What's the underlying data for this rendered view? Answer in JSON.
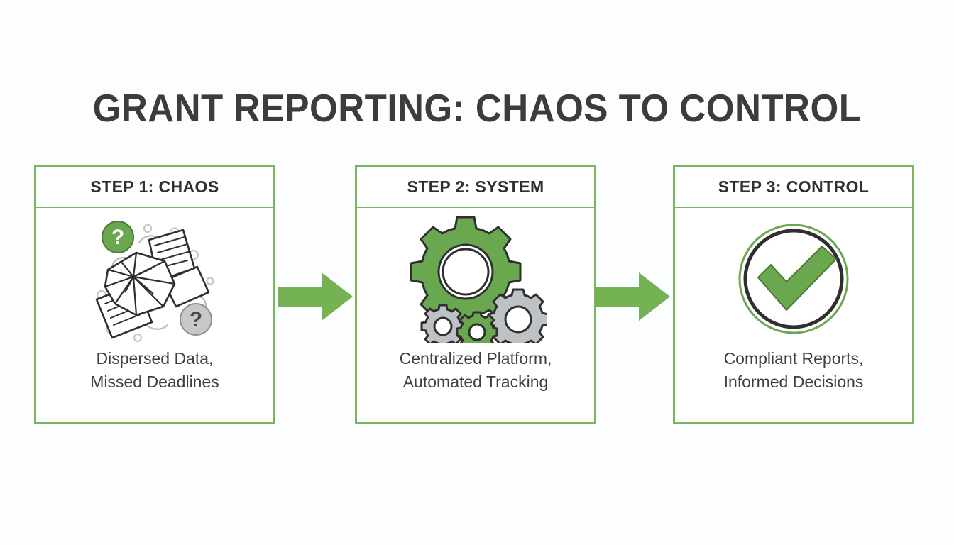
{
  "page": {
    "title": "GRANT REPORTING: CHAOS TO CONTROL",
    "background_color": "#fcfdfe",
    "accent_green": "#7bb45e",
    "arrow_green": "#74b254",
    "text_color": "#3d3d3d"
  },
  "steps": [
    {
      "header": "STEP 1: CHAOS",
      "caption": "Dispersed Data,\nMissed Deadlines",
      "icon": "scattered-papers-question-marks-icon"
    },
    {
      "header": "STEP 2: SYSTEM",
      "caption": "Centralized Platform,\nAutomated Tracking",
      "icon": "gears-icon"
    },
    {
      "header": "STEP 3: CONTROL",
      "caption": "Compliant Reports,\nInformed Decisions",
      "icon": "check-circle-icon"
    }
  ],
  "connectors": [
    {
      "name": "arrow-step1-to-step2",
      "direction": "right"
    },
    {
      "name": "arrow-step2-to-step3",
      "direction": "right"
    }
  ]
}
